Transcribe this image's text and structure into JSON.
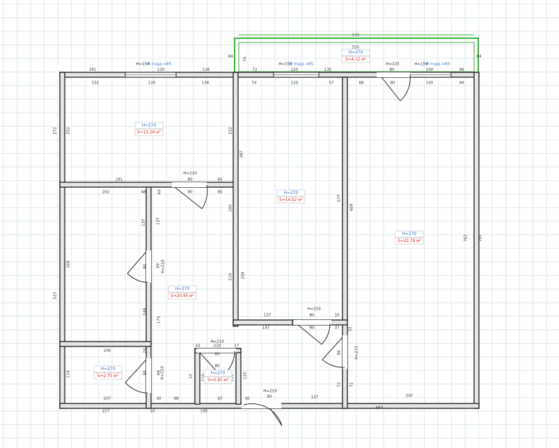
{
  "colors": {
    "grid": "#dfe9ee",
    "wall_fill": "#e6e6e6",
    "wall_stroke": "#2a2a2a",
    "balcony": "#3fae3f",
    "height_label": "#2f6ec8",
    "area_label": "#d42a2a",
    "dim_text": "#333333"
  },
  "rooms": [
    {
      "height": "H=270",
      "area": "S=10.28 м²"
    },
    {
      "height": "H=270",
      "area": "S=14.52 м²"
    },
    {
      "height": "H=270",
      "area": "S=22.79 м²"
    },
    {
      "height": "H=270",
      "area": "S=20.95 м²"
    },
    {
      "height": "H=270",
      "area": "S=2.75 м²"
    },
    {
      "height": "H=270",
      "area": "S=0.95 м²"
    },
    {
      "height": "H=270",
      "area": "S=4.12 м²"
    }
  ],
  "openings": [
    "H=150",
    "H подд.=85",
    "H=150",
    "H подд.=85",
    "H=225",
    "H=150",
    "H подд.=85",
    "H=210",
    "H=210",
    "H=210",
    "H=210",
    "H=210",
    "H=210",
    "H=210"
  ],
  "dimensions": [
    "575",
    "555",
    "84",
    "74",
    "84",
    "161",
    "120",
    "126",
    "151",
    "120",
    "136",
    "72",
    "120",
    "135",
    "80",
    "100",
    "48",
    "74",
    "120",
    "57",
    "68",
    "80",
    "100",
    "48",
    "272",
    "252",
    "252",
    "387",
    "577",
    "608",
    "767",
    "787",
    "281",
    "80",
    "65",
    "48",
    "80",
    "85",
    "49",
    "202",
    "205",
    "219",
    "208",
    "137",
    "137",
    "89",
    "80",
    "269",
    "148",
    "173",
    "137",
    "80",
    "33",
    "147",
    "80",
    "37",
    "32",
    "88",
    "72",
    "72",
    "206",
    "24",
    "119",
    "89",
    "80",
    "10",
    "210",
    "80",
    "17",
    "10",
    "119",
    "110",
    "120",
    "97",
    "30",
    "137",
    "297",
    "207",
    "30",
    "98",
    "217",
    "10",
    "195",
    "463",
    "523",
    "80",
    "80"
  ]
}
